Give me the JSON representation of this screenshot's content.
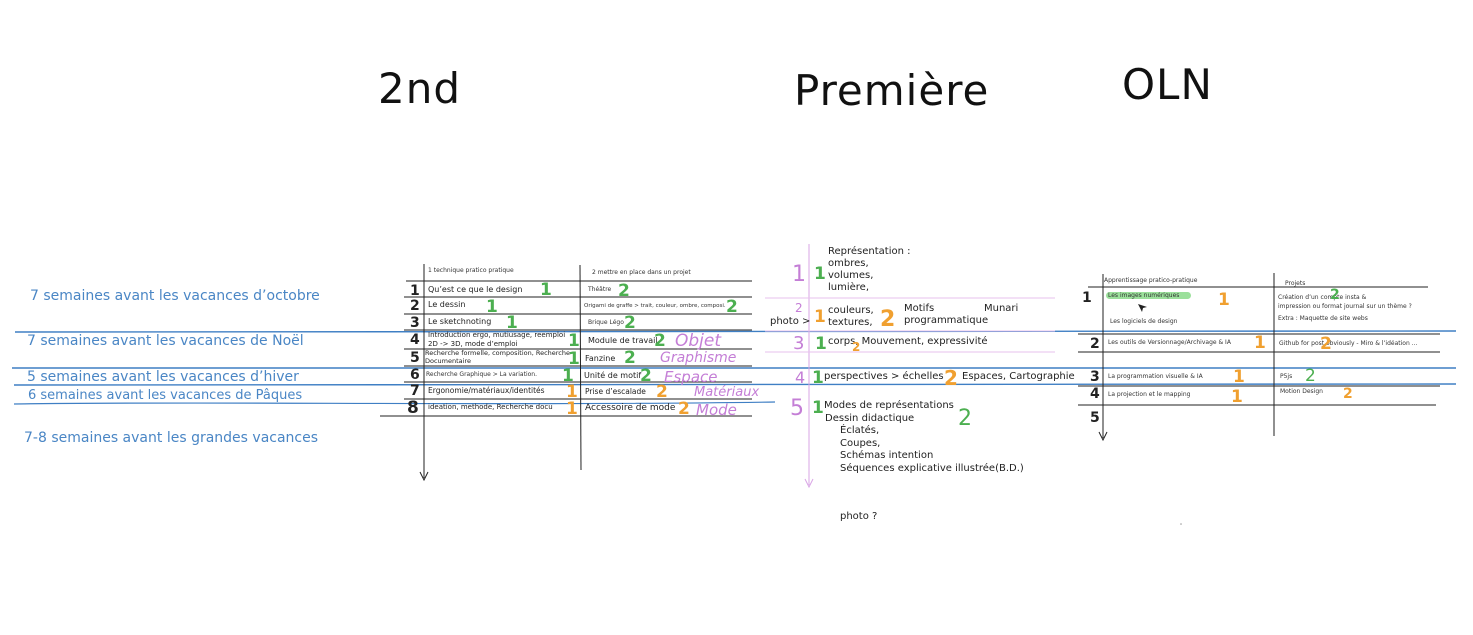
{
  "titles": {
    "second": "2nd",
    "premiere": "Première",
    "oln": "OLN"
  },
  "periods": [
    "7 semaines avant les vacances d’octobre",
    "7 semaines avant les vacances de Noël",
    "5 semaines avant les vacances d’hiver",
    "6 semaines avant les vacances de Pâques",
    "7-8 semaines avant les grandes vacances"
  ],
  "second": {
    "col1_header": "1 technique pratico pratique",
    "col2_header": "2 mettre en place dans un projet",
    "rows": [
      {
        "num": "1",
        "c1": "Qu’est ce que le design",
        "m1": "1",
        "c2": "Théâtre",
        "m2": "2"
      },
      {
        "num": "2",
        "c1": "Le dessin",
        "m1": "1",
        "c2": "Origami de graffe > trait, couleur, ombre, composi.",
        "m2": "2"
      },
      {
        "num": "3",
        "c1": "Le sketchnoting",
        "m1": "1",
        "c2": "Brique Légo",
        "m2": "2"
      },
      {
        "num": "4",
        "c1": "Introduction ergo, mutiusage, reemploi 2D -> 3D, mode d’emploi",
        "m1": "1",
        "c2": "Module de travail",
        "m2": "2"
      },
      {
        "num": "5",
        "c1": "Recherche formelle, composition, Recherche Documentaire",
        "m1": "1",
        "c2": "Fanzine",
        "m2": "2"
      },
      {
        "num": "6",
        "c1": "Recherche Graphique > La variation.",
        "m1": "1",
        "c2": "Unité de motif",
        "m2": "2"
      },
      {
        "num": "7",
        "c1": "Ergonomie/matériaux/identités",
        "m1": "1",
        "c2": "Prise d’escalade",
        "m2": "2"
      },
      {
        "num": "8",
        "c1": "ideation, methode, Recherche docu",
        "m1": "1",
        "c2": "Accessoire de mode",
        "m2": "2"
      }
    ],
    "themes": [
      "Objet",
      "Graphisme",
      "Espace",
      "Matériaux",
      "Mode"
    ]
  },
  "premiere": {
    "n1": "1",
    "m1": "1",
    "r1": [
      "Représentation :",
      "ombres,",
      "volumes,",
      "lumière,"
    ],
    "n2": "2",
    "photo_label": "photo >",
    "m2a": "1",
    "r2a": [
      "couleurs,",
      "textures,"
    ],
    "m2b": "2",
    "r2b": [
      "Motifs",
      "programmatique"
    ],
    "r2c": "Munari",
    "n3": "3",
    "m3": "1",
    "r3": "corps, Mouvement, expressivité",
    "m3b": "2",
    "n4": "4",
    "m4": "1",
    "r4": "perspectives > échelles",
    "m4b": "2",
    "r4b": "Espaces, Cartographie",
    "n5": "5",
    "m5": "1",
    "m5b": "2",
    "r5": [
      "Modes de représentations",
      "Dessin didactique",
      "Éclatés,",
      "Coupes,",
      "Schémas intention",
      "Séquences explicative illustrée(B.D.)"
    ],
    "footer": "photo ?"
  },
  "oln": {
    "col1_header": "Apprentissage pratico-pratique",
    "col2_header": "Projets",
    "rows": [
      {
        "num": "1",
        "c1": [
          "Les images numériques",
          "Les logiciels de design"
        ],
        "m1": "1",
        "c2": [
          "Création d’un compte insta &",
          "impression ou format journal sur un thème ?",
          "Extra : Maquette de site webs"
        ],
        "m2": "2"
      },
      {
        "num": "2",
        "c1": [
          "Les outils de Versionnage/Archivage & IA"
        ],
        "m1": "1",
        "c2": [
          "Github for post obviously - Miro & l’idéation ..."
        ],
        "m2": "2"
      },
      {
        "num": "3",
        "c1": [
          "La programmation visuelle & IA"
        ],
        "m1": "1",
        "c2": [
          "P5js"
        ],
        "m2": "2"
      },
      {
        "num": "4",
        "c1": [
          "La projection et le mapping"
        ],
        "m1": "1",
        "c2": [
          "Motion Design"
        ],
        "m2": "2"
      },
      {
        "num": "5",
        "c1": [],
        "m1": "",
        "c2": [],
        "m2": ""
      }
    ]
  },
  "colors": {
    "period": "#4a86c5",
    "green": "#4caf50",
    "orange": "#f0a030",
    "purple": "#c47ed6"
  }
}
